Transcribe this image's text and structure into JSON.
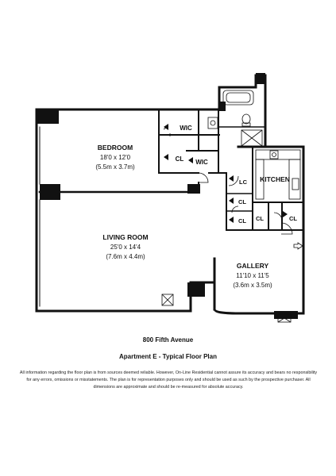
{
  "rooms": {
    "bedroom": {
      "name": "BEDROOM",
      "dim_ft": "18'0 x 12'0",
      "dim_m": "(5.5m x 3.7m)"
    },
    "living_room": {
      "name": "LIVING ROOM",
      "dim_ft": "25'0 x 14'4",
      "dim_m": "(7.6m x 4.4m)"
    },
    "gallery": {
      "name": "GALLERY",
      "dim_ft": "11'10 x 11'5",
      "dim_m": "(3.6m x 3.5m)"
    },
    "kitchen": {
      "name": "KITCHEN"
    }
  },
  "small_labels": {
    "wic_top": "WIC",
    "wic_bottom": "WIC",
    "cl_bedroom": "CL",
    "lc": "LC",
    "cl_hall_upper": "CL",
    "cl_hall_lower": "CL",
    "cl_kitchen_left": "CL",
    "cl_kitchen_right": "CL"
  },
  "address": "800 Fifth Avenue",
  "title": "Apartment E - Typical Floor Plan",
  "disclaimer": "All information regarding the floor plan is from sources deemed reliable.  However, On-Line Residential cannot assure its accuracy and bears no responsibility for any errors, omissions or misstatements.  The plan is for representation purposes only and should be used as such by the prospective purchaser.  All dimensions are approximate and should be re-measured for absolute accuracy."
}
